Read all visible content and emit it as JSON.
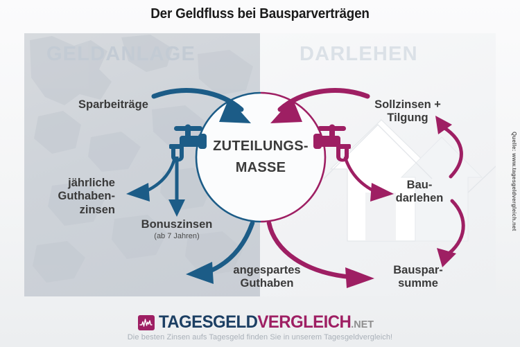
{
  "title": "Der Geldfluss bei Bausparverträgen",
  "colors": {
    "blue": "#1c5c87",
    "magenta": "#9e1f63",
    "panel_left_bg": "#ced3d9",
    "panel_right_bg": "#f3f4f6",
    "heading": "#c3cbd4",
    "label_text": "#3a3a3a"
  },
  "panels": {
    "left": {
      "heading": "GELDANLAGE"
    },
    "right": {
      "heading": "DARLEHEN"
    }
  },
  "center": {
    "line1": "ZUTEILUNGS-",
    "line2": "MASSE"
  },
  "labels": {
    "sparbeitraege": "Sparbeiträge",
    "guthabenzinsen_line1": "jährliche",
    "guthabenzinsen_line2": "Guthaben-",
    "guthabenzinsen_line3": "zinsen",
    "bonuszinsen": "Bonuszinsen",
    "bonuszinsen_sub": "(ab 7 Jahren)",
    "sollzinsen_line1": "Sollzinsen +",
    "sollzinsen_line2": "Tilgung",
    "baudarlehen_line1": "Bau-",
    "baudarlehen_line2": "darlehen",
    "angespartes_line1": "angespartes",
    "angespartes_line2": "Guthaben",
    "bausparsumme_line1": "Bauspar-",
    "bausparsumme_line2": "summe"
  },
  "icons": {
    "faucet_left": "faucet-icon",
    "faucet_right": "faucet-icon",
    "logo_mark": "pulse-chart-icon"
  },
  "source": "Quelle: www.tagesgeldvergleich.net",
  "footer": {
    "logo_part1": "TAGESGELD",
    "logo_part2": "VERGLEICH",
    "logo_part3": ".NET",
    "tagline": "Die besten Zinsen aufs Tagesgeld finden Sie in unserem Tagesgeldvergleich!"
  }
}
